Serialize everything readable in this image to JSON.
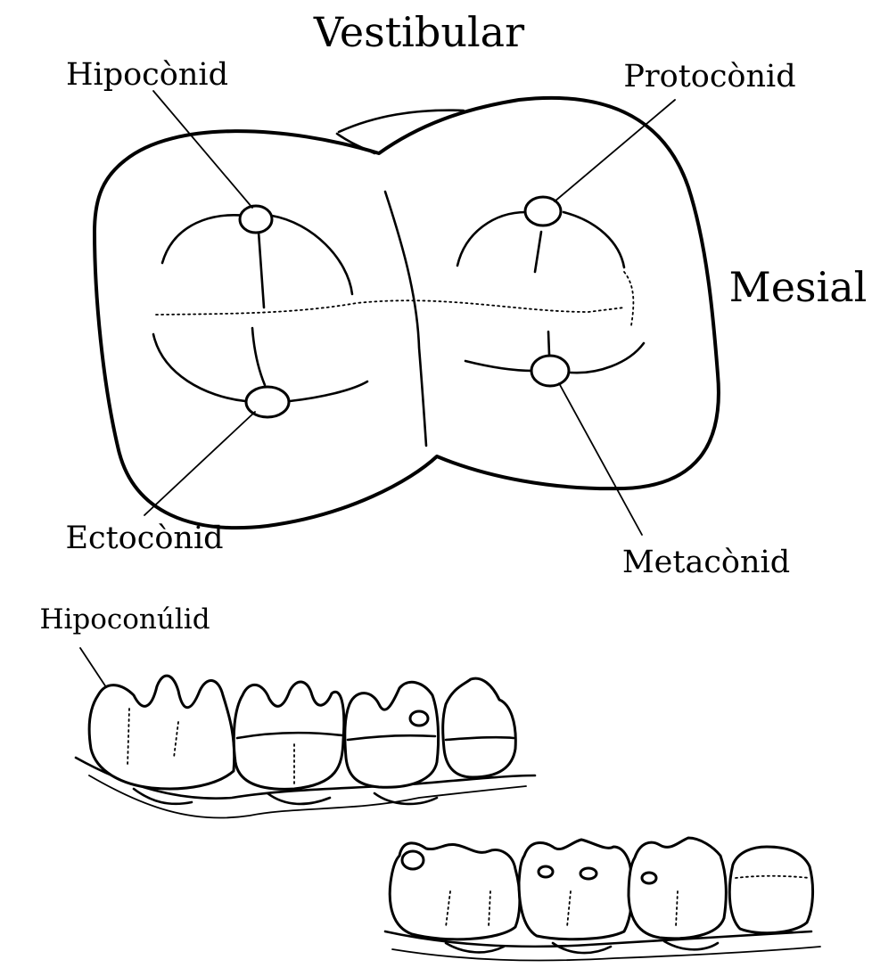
{
  "labels": {
    "top": "Vestibular",
    "right": "Mesial",
    "cusps": {
      "hipoconid": "Hipocònid",
      "protoconid": "Protocònid",
      "ectoconid": "Ectocònid",
      "metaconid": "Metacònid"
    },
    "hipoconulid": "Hipoconúlid"
  }
}
